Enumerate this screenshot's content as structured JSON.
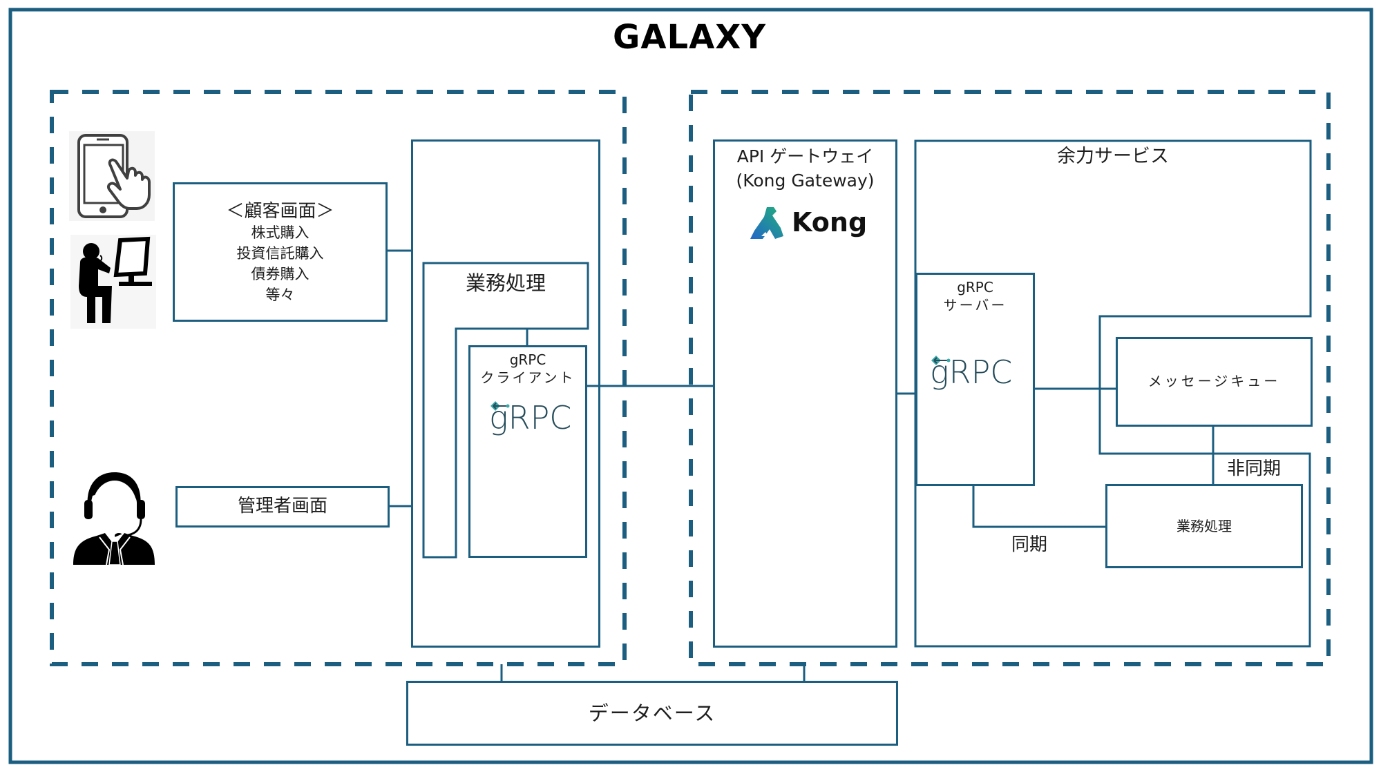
{
  "title": "GALAXY",
  "colors": {
    "line": "#1b5e80",
    "grpc_teal": "#3aa8a8",
    "grpc_text": "#244b5a",
    "kong_blue": "#2266c8",
    "kong_green": "#22b07a"
  },
  "left_zone": {
    "icons": [
      "smartphone-touch-icon",
      "desktop-user-icon",
      "operator-headset-icon"
    ],
    "customer_screen": {
      "heading": "＜顧客画面＞",
      "lines": [
        "株式購入",
        "投資信託購入",
        "債券購入",
        "等々"
      ]
    },
    "admin_screen": {
      "label": "管理者画面"
    },
    "business_logic": {
      "label": "業務処理"
    },
    "grpc_client": {
      "line1": "gRPC",
      "line2": "クライアント",
      "logo": "gRPC"
    }
  },
  "right_zone": {
    "api_gateway": {
      "line1": "API ゲートウェイ",
      "line2": "(Kong Gateway)",
      "logo": "Kong"
    },
    "yoryoku_service": {
      "label": "余力サービス",
      "grpc_server": {
        "line1": "gRPC",
        "line2": "サーバー",
        "logo": "gRPC"
      },
      "message_queue": {
        "label": "メッセージキュー"
      },
      "business_logic": {
        "label": "業務処理"
      },
      "sync_label": "同期",
      "async_label": "非同期"
    }
  },
  "database": {
    "label": "データベース"
  }
}
